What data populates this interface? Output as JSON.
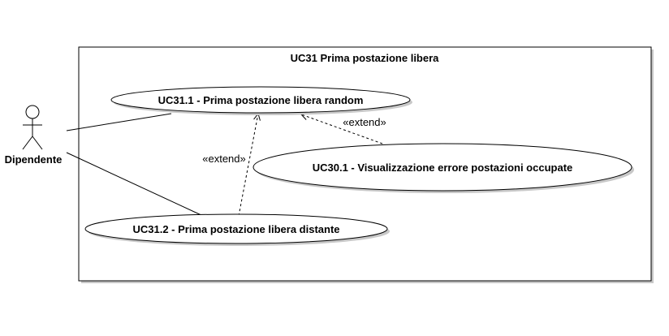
{
  "system": {
    "title": "UC31 Prima postazione libera"
  },
  "actor": {
    "name": "Dipendente"
  },
  "use_cases": {
    "uc31_1": "UC31.1 - Prima postazione libera random",
    "uc30_1": "UC30.1 - Visualizzazione errore postazioni occupate",
    "uc31_2": "UC31.2 - Prima postazione libera distante"
  },
  "relations": {
    "extend_uc30_to_uc31_1": "«extend»",
    "extend_uc31_2_to_uc31_1": "«extend»"
  },
  "colors": {
    "stroke": "#000000",
    "fill": "#ffffff",
    "shadow": "#c8c8c8"
  }
}
